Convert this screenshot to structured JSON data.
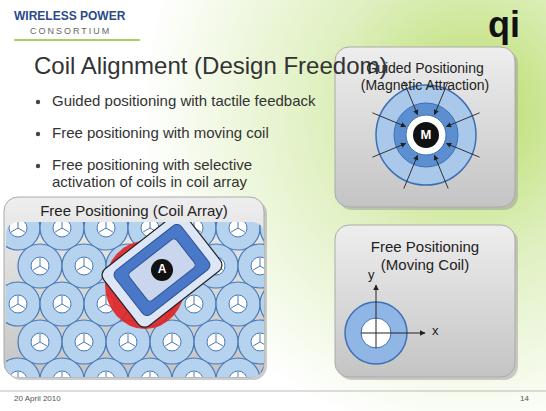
{
  "diagram": {
    "title": "Coil Alignment (Design Freedom)",
    "nodes": [
      {
        "text": [
          "Free Positioning (Coil Array)"
        ]
      },
      {
        "text": [
          "Guided Positioning (Magnetic Attraction)"
        ]
      },
      {
        "text": [
          "Free Positioning (Moving Coil)"
        ]
      }
    ],
    "labels": [
      "WIRELESS POWER",
      "CONSORTIUM",
      "qi",
      "Guided positioning with tactile feedback",
      "Free positioning with moving coil",
      "Free positioning with selective activation of coils in coil array",
      "A",
      "M",
      "y",
      "x",
      "20 April 2010",
      "14"
    ]
  }
}
